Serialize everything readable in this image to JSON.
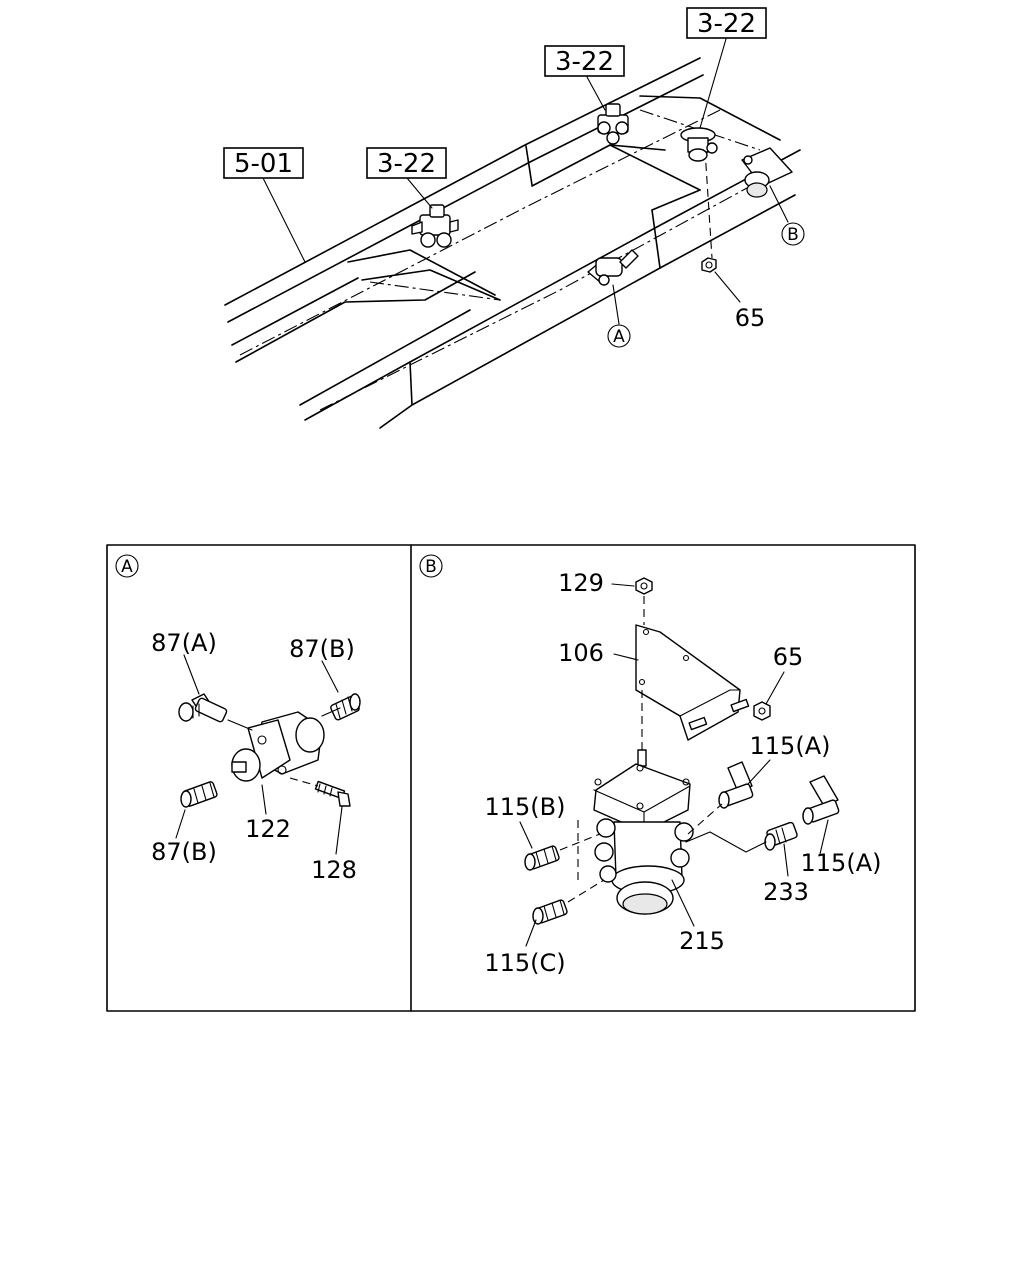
{
  "overview": {
    "ref_labels": [
      {
        "id": "ref-5-01",
        "text": "5-01"
      },
      {
        "id": "ref-3-22-left",
        "text": "3-22"
      },
      {
        "id": "ref-3-22-middle",
        "text": "3-22"
      },
      {
        "id": "ref-3-22-right",
        "text": "3-22"
      }
    ],
    "callouts": {
      "detail_a": "A",
      "detail_b": "B",
      "part_65": "65"
    }
  },
  "detail_a": {
    "marker": "A",
    "callouts": {
      "p87a": "87(A)",
      "p87b_top": "87(B)",
      "p87b_bottom": "87(B)",
      "p122": "122",
      "p128": "128"
    }
  },
  "detail_b": {
    "marker": "B",
    "callouts": {
      "p129": "129",
      "p106": "106",
      "p65": "65",
      "p115a_top": "115(A)",
      "p115b": "115(B)",
      "p115a_right": "115(A)",
      "p233": "233",
      "p215": "215",
      "p115c": "115(C)"
    }
  }
}
